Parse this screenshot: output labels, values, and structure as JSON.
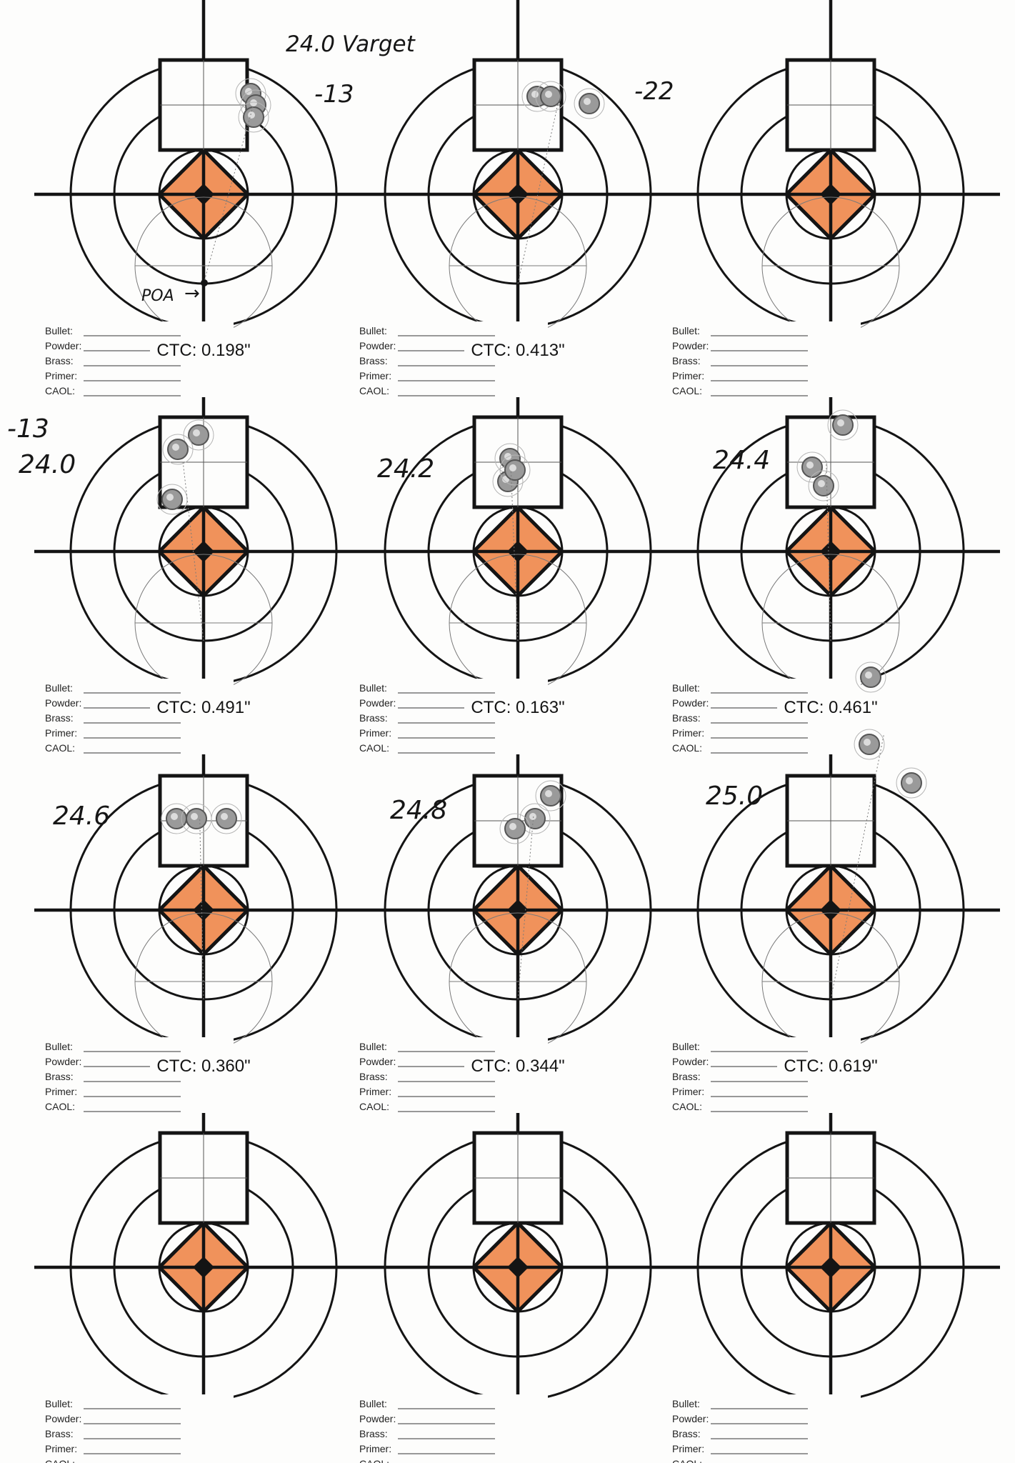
{
  "field_labels": [
    "Bullet:",
    "Powder:",
    "Brass:",
    "Primer:",
    "CAOL:"
  ],
  "poa_label": "POA",
  "colors": {
    "ink": "#141414",
    "diamond_fill": "#f0925b",
    "paper": "#fdfdfc",
    "holes": "#9a9a9a",
    "construction_lines": "#7a7a7a"
  },
  "targets": [
    {
      "id": 1,
      "load_note": "24.0 Varget",
      "offset_note": "-13",
      "ctc": "CTC: 0.198\"",
      "shots": 3
    },
    {
      "id": 2,
      "load_note": "",
      "offset_note": "-22",
      "ctc": "CTC: 0.413\"",
      "shots": 3
    },
    {
      "id": 3,
      "load_note": "",
      "offset_note": "",
      "ctc": "",
      "shots": 0
    },
    {
      "id": 4,
      "load_note": "24.0",
      "offset_note": "-13",
      "ctc": "CTC: 0.491\"",
      "shots": 3
    },
    {
      "id": 5,
      "load_note": "24.2",
      "offset_note": "",
      "ctc": "CTC: 0.163\"",
      "shots": 3
    },
    {
      "id": 6,
      "load_note": "24.4",
      "offset_note": "",
      "ctc": "CTC: 0.461\"",
      "shots": 3
    },
    {
      "id": 7,
      "load_note": "24.6",
      "offset_note": "",
      "ctc": "CTC: 0.360\"",
      "shots": 3
    },
    {
      "id": 8,
      "load_note": "24.8",
      "offset_note": "",
      "ctc": "CTC: 0.344\"",
      "shots": 3
    },
    {
      "id": 9,
      "load_note": "25.0",
      "offset_note": "",
      "ctc": "CTC: 0.619\"",
      "shots": 3
    },
    {
      "id": 10,
      "load_note": "",
      "offset_note": "",
      "ctc": "",
      "shots": 0
    },
    {
      "id": 11,
      "load_note": "",
      "offset_note": "",
      "ctc": "",
      "shots": 0
    },
    {
      "id": 12,
      "load_note": "",
      "offset_note": "",
      "ctc": "",
      "shots": 0
    }
  ]
}
